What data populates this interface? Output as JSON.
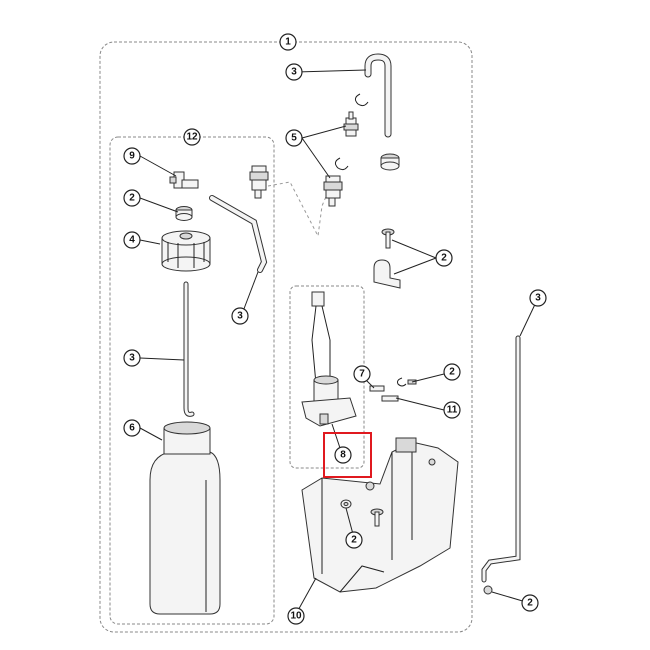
{
  "callouts": {
    "c1": "1",
    "c12": "12",
    "c3a": "3",
    "c5": "5",
    "c9": "9",
    "c2a": "2",
    "c4": "4",
    "c3b": "3",
    "c3c": "3",
    "c6": "6",
    "c2b": "2",
    "c3d": "3",
    "c7": "7",
    "c2c": "2",
    "c11": "11",
    "c8": "8",
    "c2d": "2",
    "c10": "10",
    "c2e": "2"
  },
  "highlight_color": "#e0191f"
}
